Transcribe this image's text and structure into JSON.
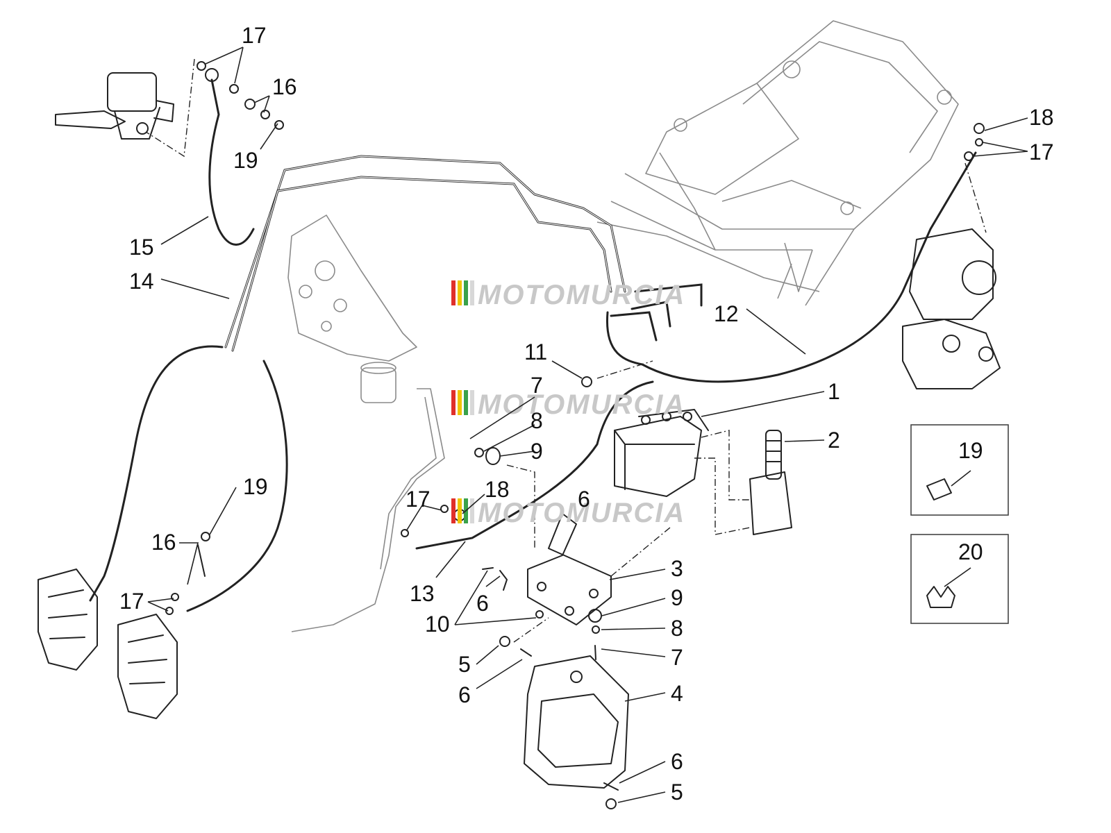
{
  "watermark": {
    "text": "MOTOMURCIA",
    "stripe_colors": [
      "#e0302a",
      "#f0c400",
      "#3aa24a",
      "#d8d8d8"
    ]
  },
  "callouts": [
    {
      "id": "c1",
      "label": "17"
    },
    {
      "id": "c2",
      "label": "16"
    },
    {
      "id": "c3",
      "label": "19"
    },
    {
      "id": "c4",
      "label": "15"
    },
    {
      "id": "c5",
      "label": "14"
    },
    {
      "id": "c6",
      "label": "18"
    },
    {
      "id": "c7",
      "label": "17"
    },
    {
      "id": "c8",
      "label": "12"
    },
    {
      "id": "c9",
      "label": "11"
    },
    {
      "id": "c10",
      "label": "7"
    },
    {
      "id": "c11",
      "label": "8"
    },
    {
      "id": "c12",
      "label": "9"
    },
    {
      "id": "c13",
      "label": "1"
    },
    {
      "id": "c14",
      "label": "2"
    },
    {
      "id": "c15",
      "label": "19"
    },
    {
      "id": "c16",
      "label": "16"
    },
    {
      "id": "c17",
      "label": "17"
    },
    {
      "id": "c18",
      "label": "17"
    },
    {
      "id": "c19",
      "label": "18"
    },
    {
      "id": "c20",
      "label": "13"
    },
    {
      "id": "c21",
      "label": "6"
    },
    {
      "id": "c22",
      "label": "10"
    },
    {
      "id": "c23",
      "label": "3"
    },
    {
      "id": "c24",
      "label": "9"
    },
    {
      "id": "c25",
      "label": "8"
    },
    {
      "id": "c26",
      "label": "7"
    },
    {
      "id": "c27",
      "label": "5"
    },
    {
      "id": "c28",
      "label": "6"
    },
    {
      "id": "c29",
      "label": "4"
    },
    {
      "id": "c30",
      "label": "6"
    },
    {
      "id": "c31",
      "label": "5"
    },
    {
      "id": "c32",
      "label": "6"
    },
    {
      "id": "c33",
      "label": "19"
    },
    {
      "id": "c34",
      "label": "20"
    }
  ]
}
